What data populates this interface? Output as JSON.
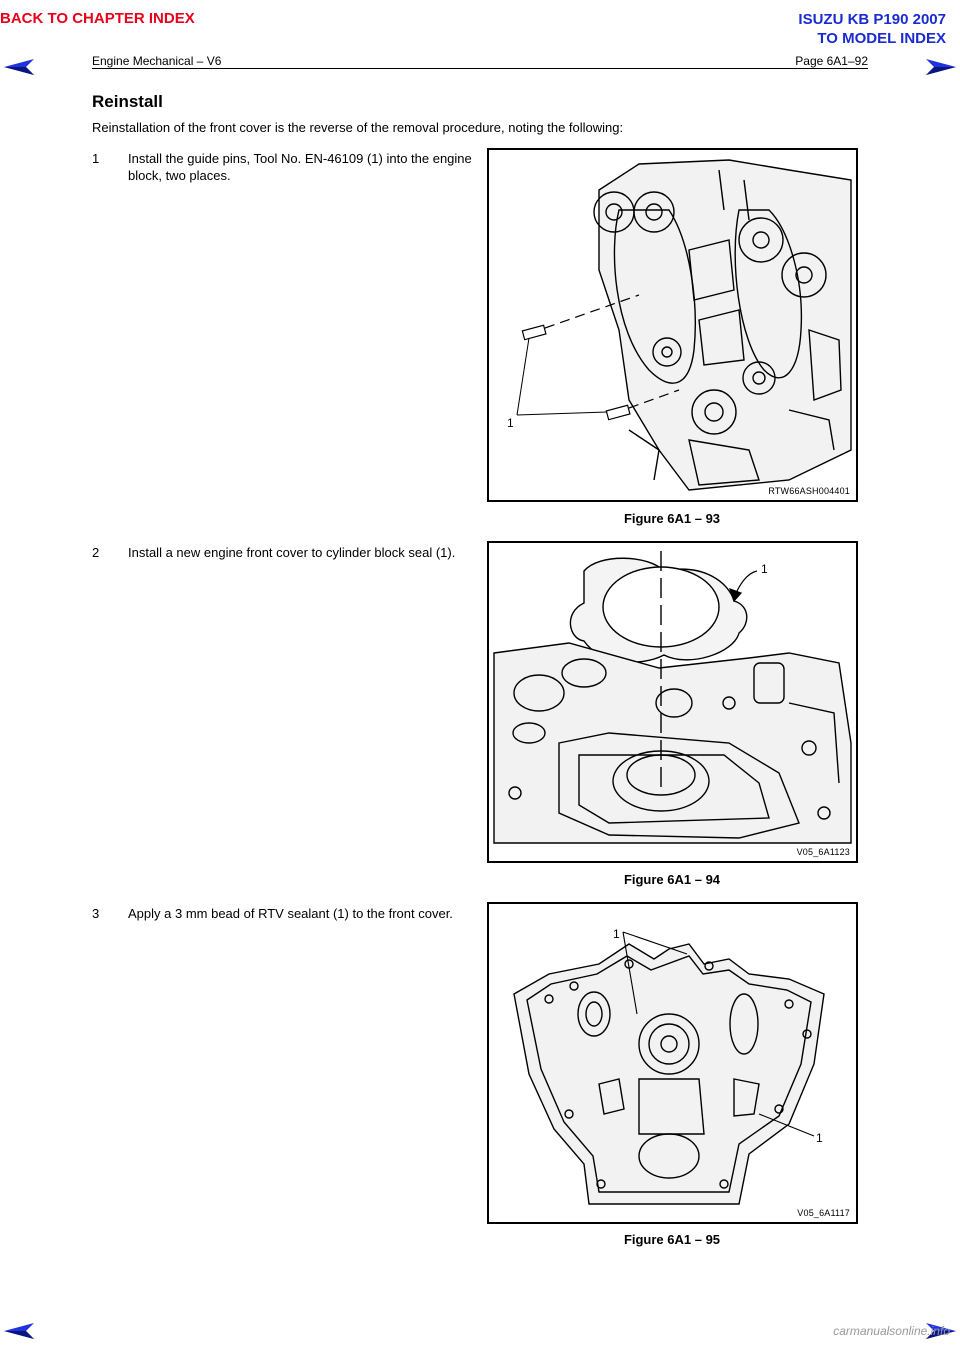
{
  "nav": {
    "back_chapter": "BACK TO CHAPTER INDEX",
    "model_line1": "ISUZU KB P190 2007",
    "model_line2": "TO MODEL INDEX",
    "colors": {
      "back": "#e8001c",
      "model": "#1a2bd0",
      "arrow": "#2233dd"
    }
  },
  "header": {
    "left": "Engine Mechanical – V6",
    "right": "Page 6A1–92"
  },
  "section": {
    "title": "Reinstall",
    "intro": "Reinstallation of the front cover is the reverse of the removal procedure, noting the following:"
  },
  "steps": [
    {
      "number": "1",
      "text": "Install the guide pins, Tool No. EN-46109 (1) into the engine block, two places.",
      "figure_code": "RTW66ASH004401",
      "caption": "Figure 6A1 – 93",
      "callouts": [
        "1"
      ]
    },
    {
      "number": "2",
      "text": "Install a new engine front cover to cylinder block seal (1).",
      "figure_code": "V05_6A1123",
      "caption": "Figure 6A1 – 94",
      "callouts": [
        "1"
      ]
    },
    {
      "number": "3",
      "text": "Apply a 3 mm bead of RTV sealant (1) to the front cover.",
      "figure_code": "V05_6A1117",
      "caption": "Figure 6A1 – 95",
      "callouts": [
        "1",
        "1"
      ]
    }
  ],
  "footer": {
    "watermark": "carmanualsonline.info"
  }
}
